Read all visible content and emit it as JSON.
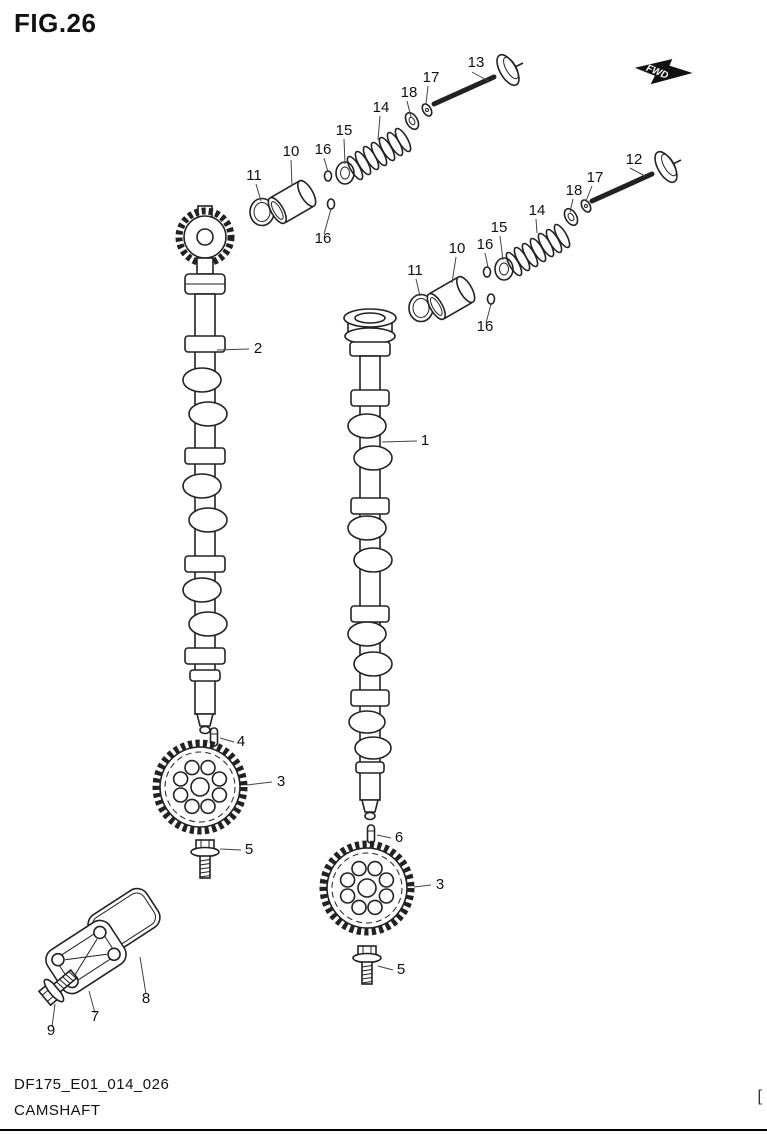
{
  "page": {
    "title": "FIG.26",
    "footer_code": "DF175_E01_014_026",
    "footer_name": "CAMSHAFT",
    "bracket": "[",
    "fwd": "FWD"
  },
  "diagram": {
    "labels": [
      {
        "text": "13"
      },
      {
        "text": "17"
      },
      {
        "text": "18"
      },
      {
        "text": "14"
      },
      {
        "text": "15"
      },
      {
        "text": "16"
      },
      {
        "text": "10"
      },
      {
        "text": "11"
      },
      {
        "text": "16"
      },
      {
        "text": "12"
      },
      {
        "text": "17"
      },
      {
        "text": "18"
      },
      {
        "text": "14"
      },
      {
        "text": "15"
      },
      {
        "text": "16"
      },
      {
        "text": "10"
      },
      {
        "text": "11"
      },
      {
        "text": "16"
      },
      {
        "text": "2"
      },
      {
        "text": "1"
      },
      {
        "text": "4"
      },
      {
        "text": "3"
      },
      {
        "text": "5"
      },
      {
        "text": "6"
      },
      {
        "text": "3"
      },
      {
        "text": "5"
      },
      {
        "text": "8"
      },
      {
        "text": "7"
      },
      {
        "text": "9"
      }
    ]
  }
}
